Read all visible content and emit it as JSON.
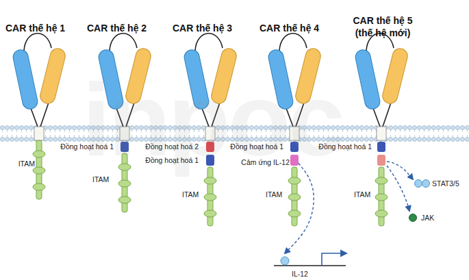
{
  "diagram": {
    "nodes": [
      {
        "text": [
          "Cảm ứng IL-12"
        ]
      },
      {
        "text": [
          "IL-12"
        ]
      }
    ],
    "edges": [
      {
        "from": 0,
        "to": 1,
        "arrow": "to"
      }
    ],
    "labels": [
      "CAR thế hệ 1",
      "CAR thế hệ 2",
      "CAR thế hệ 3",
      "CAR thế hệ 4",
      "CAR thế hệ 5 (thế hệ mới)",
      "Đồng hoạt hoá 1",
      "Đồng hoạt hoá 2",
      "Đồng hoạt hoá 1",
      "Đồng hoạt hoá 1",
      "Đồng hoạt hoá 1",
      "ITAM",
      "ITAM",
      "ITAM",
      "ITAM",
      "ITAM",
      "STAT3/5",
      "JAK",
      "inpoc"
    ]
  }
}
